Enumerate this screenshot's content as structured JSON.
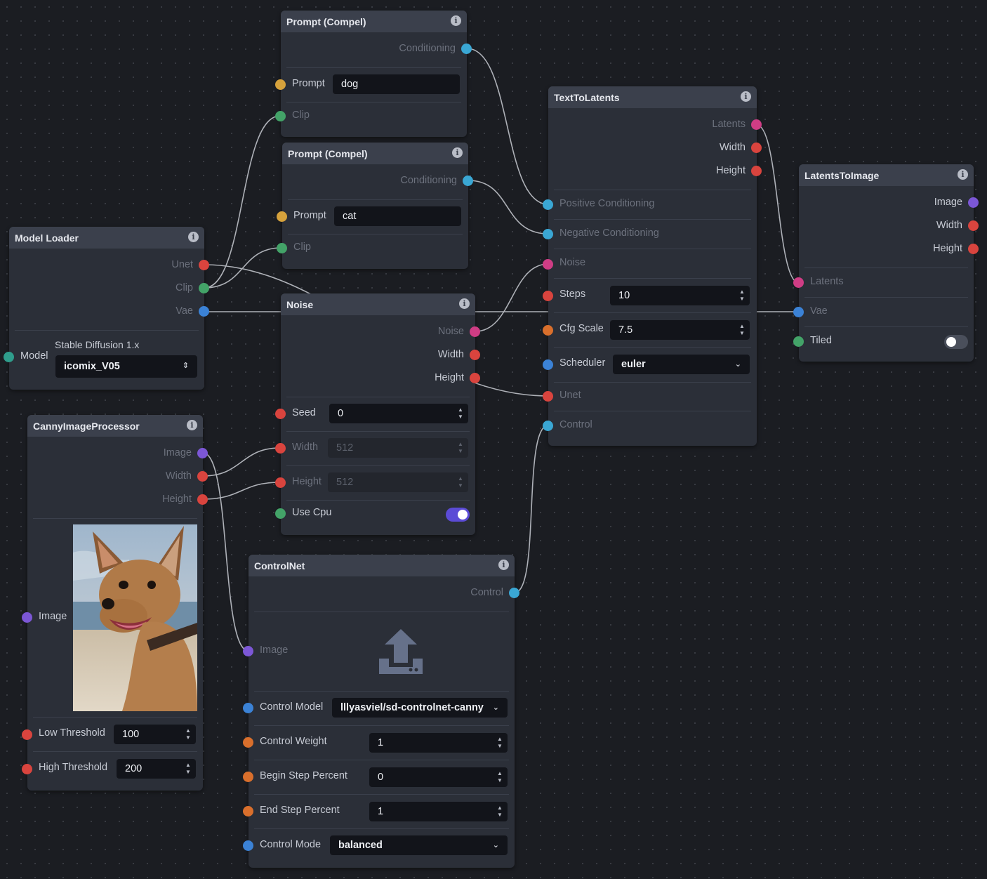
{
  "nodes": {
    "prompt1": {
      "title": "Prompt (Compel)",
      "output_conditioning": "Conditioning",
      "prompt_label": "Prompt",
      "prompt_value": "dog",
      "clip_label": "Clip"
    },
    "prompt2": {
      "title": "Prompt (Compel)",
      "output_conditioning": "Conditioning",
      "prompt_label": "Prompt",
      "prompt_value": "cat",
      "clip_label": "Clip"
    },
    "model_loader": {
      "title": "Model Loader",
      "out_unet": "Unet",
      "out_clip": "Clip",
      "out_vae": "Vae",
      "model_label": "Model",
      "model_group": "Stable Diffusion 1.x",
      "model_value": "icomix_V05"
    },
    "noise": {
      "title": "Noise",
      "out_noise": "Noise",
      "out_width": "Width",
      "out_height": "Height",
      "seed_label": "Seed",
      "seed_value": "0",
      "width_label": "Width",
      "width_value": "512",
      "height_label": "Height",
      "height_value": "512",
      "use_cpu_label": "Use Cpu",
      "use_cpu": true
    },
    "text_to_latents": {
      "title": "TextToLatents",
      "out_latents": "Latents",
      "out_width": "Width",
      "out_height": "Height",
      "positive_label": "Positive Conditioning",
      "negative_label": "Negative Conditioning",
      "noise_label": "Noise",
      "steps_label": "Steps",
      "steps_value": "10",
      "cfg_label": "Cfg Scale",
      "cfg_value": "7.5",
      "scheduler_label": "Scheduler",
      "scheduler_value": "euler",
      "unet_label": "Unet",
      "control_label": "Control"
    },
    "latents_to_image": {
      "title": "LatentsToImage",
      "out_image": "Image",
      "out_width": "Width",
      "out_height": "Height",
      "latents_label": "Latents",
      "vae_label": "Vae",
      "tiled_label": "Tiled",
      "tiled": false
    },
    "canny": {
      "title": "CannyImageProcessor",
      "out_image": "Image",
      "out_width": "Width",
      "out_height": "Height",
      "image_label": "Image",
      "low_label": "Low Threshold",
      "low_value": "100",
      "high_label": "High Threshold",
      "high_value": "200"
    },
    "controlnet": {
      "title": "ControlNet",
      "out_control": "Control",
      "image_label": "Image",
      "model_label": "Control Model",
      "model_value": "lllyasviel/sd-controlnet-canny",
      "weight_label": "Control Weight",
      "weight_value": "1",
      "begin_label": "Begin Step Percent",
      "begin_value": "0",
      "end_label": "End Step Percent",
      "end_value": "1",
      "mode_label": "Control Mode",
      "mode_value": "balanced"
    }
  },
  "icons": {
    "info": "info-icon",
    "upload": "upload-icon",
    "chevron": "chevron-down-icon",
    "stepper": "stepper-arrows-icon"
  },
  "colors": {
    "background": "#1b1d22",
    "node": "#2b2f38",
    "header": "#3b404c",
    "conditioning": "#3aa7d4",
    "int": "#d9443e",
    "string": "#d6a23c",
    "clip": "#43a368",
    "vae": "#3b82d6",
    "latents": "#cf3d85",
    "image": "#7c57d6",
    "float": "#d96f2c",
    "toggle_on": "#5b4bd6"
  }
}
